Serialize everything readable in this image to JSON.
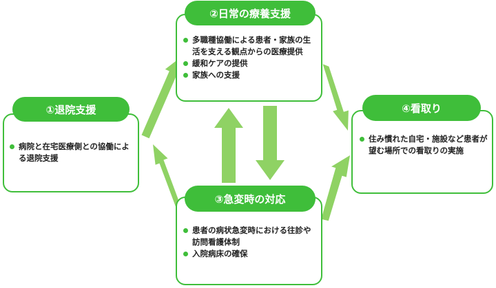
{
  "colors": {
    "accent": "#3fbe3a",
    "arrow": "#8fd264",
    "text": "#222222"
  },
  "nodes": {
    "discharge": {
      "title": "①退院支援",
      "items": [
        "病院と在宅医療側との協働による退院支援"
      ]
    },
    "daily": {
      "title": "②日常の療養支援",
      "items": [
        "多職種協働による患者・家族の生活を支える観点からの医療提供",
        "緩和ケアの提供",
        "家族への支援"
      ]
    },
    "emergency": {
      "title": "③急変時の対応",
      "items": [
        "患者の病状急変時における往診や訪問看護体制",
        "入院病床の確保"
      ]
    },
    "end_of_life": {
      "title": "④看取り",
      "items": [
        "住み慣れた自宅・施設など患者が望む場所での看取りの実施"
      ]
    }
  },
  "arrows": [
    {
      "from": "discharge",
      "to": "daily",
      "icon": "arrow-up-right"
    },
    {
      "from": "emergency",
      "to": "discharge",
      "icon": "arrow-up-left"
    },
    {
      "from": "daily",
      "to": "end_of_life",
      "icon": "arrow-down-right"
    },
    {
      "from": "emergency",
      "to": "end_of_life",
      "icon": "arrow-up-right"
    },
    {
      "from": "emergency",
      "to": "daily",
      "icon": "arrow-up"
    },
    {
      "from": "daily",
      "to": "emergency",
      "icon": "arrow-down"
    }
  ]
}
